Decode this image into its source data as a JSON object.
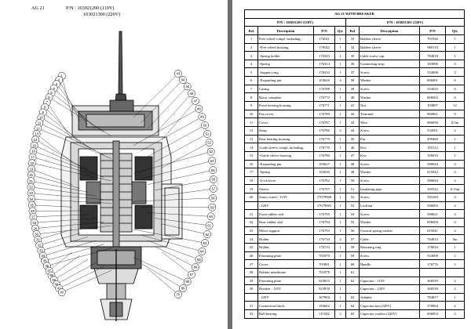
{
  "left_page": {
    "model": "AG 21",
    "pn_label": "P/N : 103021200 (110V)",
    "pn_label_2": "103021300 (220V)",
    "callouts": [
      "1",
      "2",
      "3",
      "4",
      "5",
      "6",
      "7",
      "8",
      "9",
      "10",
      "11",
      "12",
      "13",
      "14",
      "15",
      "16",
      "17",
      "18",
      "19",
      "20",
      "21",
      "22",
      "23",
      "24",
      "25",
      "26",
      "27",
      "28",
      "29",
      "30",
      "31",
      "32",
      "33",
      "34",
      "35",
      "36",
      "37",
      "38",
      "39",
      "40",
      "41",
      "42",
      "43",
      "44",
      "45",
      "46",
      "47",
      "48",
      "49",
      "50",
      "51",
      "52",
      "53",
      "54",
      "55",
      "56",
      "57",
      "58",
      "59",
      "60",
      "61",
      "62",
      "63",
      "64",
      "65",
      "66",
      "67",
      "68",
      "69",
      "70"
    ]
  },
  "right_page": {
    "title": "AG 21 WITH BREAKER",
    "pn_left": "P/N : 103021201 (110V)",
    "pn_right": "P/N : 103021301 (220V)",
    "headers": [
      "Ref",
      "Description",
      "P/N",
      "Qty",
      "Ref",
      "Description",
      "P/N",
      "Qty"
    ],
    "rows": [
      [
        "1",
        "Free wheel compl. including :",
        "176541",
        "1",
        "33",
        "Rubber sleeve",
        "701926",
        "1"
      ],
      [
        "2",
        "-Free wheel housing",
        "176542",
        "1",
        "34",
        "Rubber sleeve",
        "969110",
        "1"
      ],
      [
        "3",
        "-Spring holder",
        "176543",
        "1",
        "35",
        "Cable screw cap",
        "784818",
        "1"
      ],
      [
        "4",
        "-Spring",
        "176314",
        "1",
        "36",
        "Connecting strip",
        "183096",
        "3"
      ],
      [
        "5",
        "-Support ring",
        "176333",
        "1",
        "37",
        "Screw",
        "533006",
        "2"
      ],
      [
        "6",
        "-Expanding pin",
        "103626",
        "4",
        "38",
        "Washer",
        "606001",
        "6"
      ],
      [
        "7",
        "Casing",
        "176788",
        "1",
        "39",
        "Screw",
        "533025",
        "6"
      ],
      [
        "8",
        "Rotor complete",
        "176772",
        "1",
        "40",
        "Washer",
        "606002",
        "6"
      ],
      [
        "9",
        "Front bearing housing",
        "176771",
        "1",
        "41",
        "Nut",
        "183897",
        "12"
      ],
      [
        "10",
        "Fan cover",
        "176789",
        "1",
        "42",
        "Terminal",
        "960061",
        "9"
      ],
      [
        "11",
        "Cover",
        "176787",
        "1",
        "43",
        "Wire",
        "980056",
        "0.5m"
      ],
      [
        "12",
        "Strap",
        "176786",
        "2",
        "44",
        "Screw",
        "534501",
        "2"
      ],
      [
        "13",
        "Rear bearing housing",
        "176779",
        "1",
        "45",
        "Pin",
        "499460",
        "1"
      ],
      [
        "14",
        "Guide sleeve compl. including",
        "176779",
        "1",
        "46",
        "Key",
        "101512",
        "1"
      ],
      [
        "15",
        "-Guide sleeve housing",
        "176780",
        "1",
        "47",
        "Key",
        "350010",
        "1"
      ],
      [
        "16",
        "-Expanding pin",
        "183627",
        "1",
        "48",
        "Screw",
        "580044",
        "4"
      ],
      [
        "17",
        "-Spring",
        "183630",
        "1",
        "49",
        "Washer",
        "615042",
        "4"
      ],
      [
        "18",
        "-Lock lever",
        "176782",
        "1",
        "50",
        "Screw",
        "580044",
        "4"
      ],
      [
        "19",
        "Sleeve",
        "176797",
        "1",
        "51",
        "Insulating pipe",
        "185522",
        "0.15m"
      ],
      [
        "20",
        "Stator wired : 110V",
        "17679900",
        "1",
        "52",
        "Screw",
        "593169",
        "4"
      ],
      [
        "",
        "              : 220V",
        "17679901",
        "1",
        "53",
        "Locknut",
        "586002",
        "4"
      ],
      [
        "21",
        "Front rubber seal",
        "176795",
        "1",
        "54",
        "Screw",
        "580021",
        "4"
      ],
      [
        "22",
        "Rear rubber seal",
        "176794",
        "1",
        "55",
        "Washer",
        "606006",
        "4"
      ],
      [
        "23",
        "Motor support",
        "176793",
        "1",
        "56",
        "Conical spring washer",
        "615041",
        "4"
      ],
      [
        "24",
        "Holder",
        "176734",
        "2",
        "57",
        "Cable",
        "784814",
        "5m"
      ],
      [
        "25",
        "Holder",
        "176733",
        "1",
        "58",
        "Retaining ring",
        "176816",
        "1"
      ],
      [
        "26",
        "Fastening plate",
        "781879",
        "1",
        "59",
        "Screw",
        "533009",
        "1"
      ],
      [
        "27",
        "Cover",
        "701881",
        "1",
        "60",
        "Handle",
        "176776",
        "1"
      ],
      [
        "28",
        "Rubber membrane",
        "701878",
        "1",
        "61",
        "",
        "",
        ""
      ],
      [
        "29",
        "Fastening plate",
        "923815",
        "1",
        "62",
        "Capacitor : 110V",
        "360559",
        "2"
      ],
      [
        "30",
        "Breaker : 110V",
        "923818",
        "1",
        "",
        "Capacitor : 220V",
        "360538",
        "2"
      ],
      [
        "",
        "           : 220V",
        "367804",
        "1",
        "63",
        "Adapter",
        "784817",
        "1"
      ],
      [
        "31",
        "Connection block",
        "183662",
        "1",
        "64",
        "Capacitor nut (220V)",
        "570004",
        "2"
      ],
      [
        "32",
        "Ball bearing",
        "111042",
        "2",
        "65",
        "Capacitor washer (220V)",
        "606004",
        "2"
      ]
    ]
  }
}
